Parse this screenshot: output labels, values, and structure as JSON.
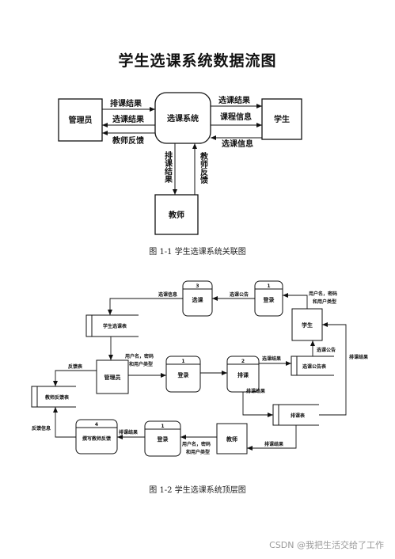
{
  "title": "学生选课系统数据流图",
  "fig1": {
    "caption": "图 1-1 学生选课系统关联图",
    "entities": {
      "admin": "管理员",
      "system": "选课系统",
      "student": "学生",
      "teacher": "教师"
    },
    "flows": {
      "admin_to_sys_schedule": "排课结果",
      "sys_to_admin_result": "选课结果",
      "admin_feedback": "教师反馈",
      "sys_to_student_result": "选课结果",
      "course_info": "课程信息",
      "student_to_sys": "选课信息",
      "sys_to_teacher": "排课结果",
      "teacher_feedback": "教师反馈"
    }
  },
  "fig2": {
    "caption": "图 1-2 学生选课系统顶层图",
    "processes": {
      "p1_top": {
        "num": "1",
        "label": "登录"
      },
      "p3": {
        "num": "3",
        "label": "选课"
      },
      "p1_mid": {
        "num": "1",
        "label": "登录"
      },
      "p2": {
        "num": "2",
        "label": "排课"
      },
      "p1_bot": {
        "num": "1",
        "label": "登录"
      },
      "p4": {
        "num": "4",
        "label": "撰写教师反馈"
      }
    },
    "entities": {
      "student": "学生",
      "admin": "管理员",
      "teacher": "教师"
    },
    "stores": {
      "student_course": "学生选课表",
      "notice": "选课公告表",
      "feedback": "教师反馈表",
      "schedule": "排课表"
    },
    "flows": {
      "user_info_1": "用户名，密码和用户类型",
      "notice_1": "选课公告",
      "course_info": "选课信息",
      "notice_2": "选课公告",
      "schedule_result_right": "排课结果",
      "user_info_2": "用户名，密码和用户类型",
      "course_result": "选课结果",
      "feedback": "反馈表",
      "schedule_result_1": "排课结果",
      "feedback_info": "反馈信息",
      "schedule_result_2": "排课结果",
      "user_info_3": "用户名，密码和用户类型",
      "schedule_result_3": "排课结果"
    }
  },
  "watermark": "CSDN @我把生活交给了工作"
}
